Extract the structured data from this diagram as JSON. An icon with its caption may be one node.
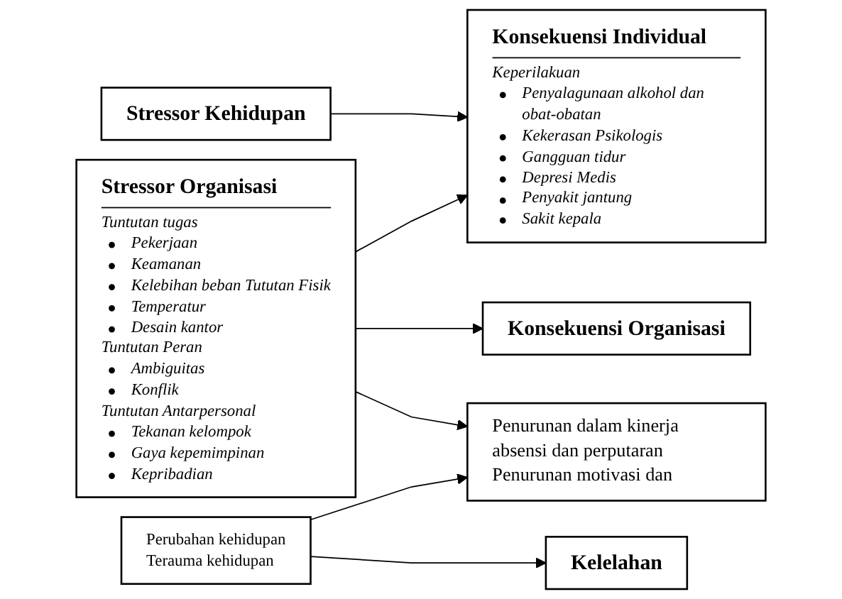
{
  "diagram": {
    "nodes": [
      {
        "text": [
          "Stressor Organisasi",
          "Tuntutan tugas",
          "Pekerjaan",
          "Keamanan",
          "Kelebihan beban Tututan Fisik",
          "Temperatur",
          "Desain kantor",
          "Tuntutan Peran",
          "Ambiguitas",
          "Konflik",
          "Tuntutan Antarpersonal",
          "Tekanan kelompok",
          "Gaya kepemimpinan",
          "Kepribadian"
        ]
      },
      {
        "text": [
          "Stressor Kehidupan"
        ]
      },
      {
        "text": [
          "Perubahan kehidupan",
          "Terauma kehidupan"
        ]
      },
      {
        "text": [
          "Konsekuensi Individual",
          "Keperilakuan",
          "Penyalagunaan alkohol dan obat-obatan",
          "Kekerasan Psikologis",
          "Gangguan tidur",
          "Depresi Medis",
          "Penyakit jantung",
          "Sakit kepala"
        ]
      },
      {
        "text": [
          "Konsekuensi Organisasi"
        ]
      },
      {
        "text": [
          "Penurunan dalam kinerja absensi dan perputaran",
          "Penurunan motivasi dan"
        ]
      },
      {
        "text": [
          "Kelelahan"
        ]
      }
    ],
    "edges": [
      {
        "from": 0,
        "to": 3,
        "arrow": "to"
      },
      {
        "from": 1,
        "to": 3,
        "arrow": "to"
      },
      {
        "from": 0,
        "to": 4,
        "arrow": "to"
      },
      {
        "from": 0,
        "to": 5,
        "arrow": "to"
      },
      {
        "from": 2,
        "to": 5,
        "arrow": "to"
      },
      {
        "from": 2,
        "to": 6,
        "arrow": "to"
      }
    ]
  }
}
